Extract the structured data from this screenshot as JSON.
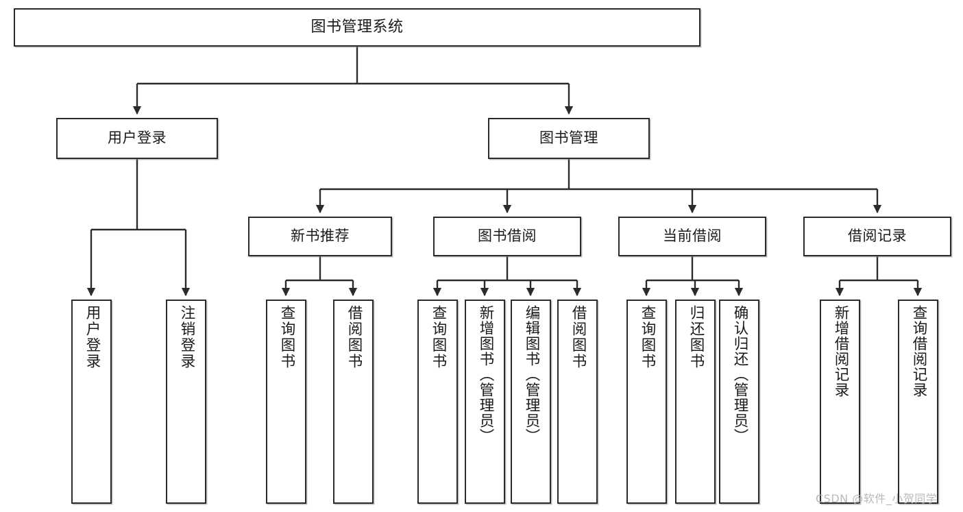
{
  "diagram": {
    "type": "tree-hierarchy-chart",
    "title": "图书管理系统",
    "colors": {
      "border": "#2b2b2b",
      "fill": "#ffffff",
      "text": "#1a1a1a",
      "edge": "#2b2b2b",
      "watermark": "#b9b9b9"
    },
    "root": {
      "label": "图书管理系统"
    },
    "level2": [
      {
        "label": "用户登录"
      },
      {
        "label": "图书管理"
      }
    ],
    "level3": [
      {
        "label": "新书推荐"
      },
      {
        "label": "图书借阅"
      },
      {
        "label": "当前借阅"
      },
      {
        "label": "借阅记录"
      }
    ],
    "leaves": {
      "user_login": [
        {
          "label": "用户登录"
        },
        {
          "label": "注销登录"
        }
      ],
      "new_book_recommend": [
        {
          "label": "查询图书"
        },
        {
          "label": "借阅图书"
        }
      ],
      "book_borrow": [
        {
          "label": "查询图书"
        },
        {
          "label": "新增图书（管理员）"
        },
        {
          "label": "编辑图书（管理员）"
        },
        {
          "label": "借阅图书"
        }
      ],
      "current_borrow": [
        {
          "label": "查询图书"
        },
        {
          "label": "归还图书"
        },
        {
          "label": "确认归还（管理员）"
        }
      ],
      "borrow_record": [
        {
          "label": "新增借阅记录"
        },
        {
          "label": "查询借阅记录"
        }
      ]
    },
    "watermark": "CSDN @软件_小贺同学"
  }
}
